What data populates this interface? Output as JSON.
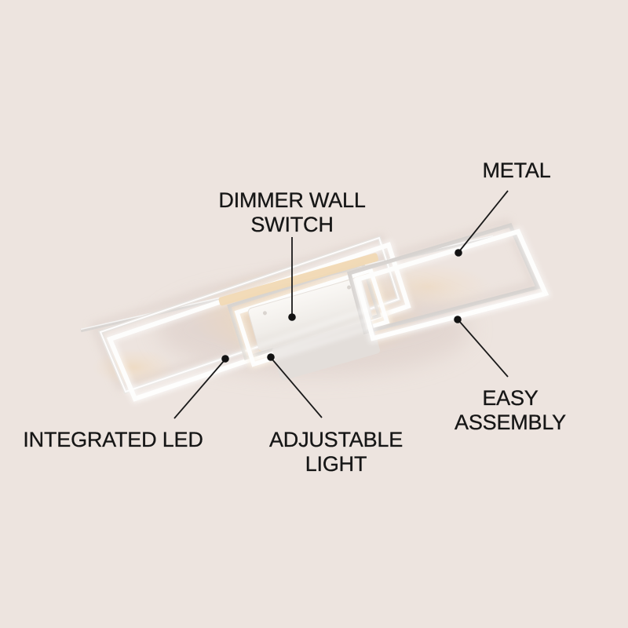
{
  "image": {
    "kind": "product-feature-diagram",
    "product": "LED ceiling light with three rectangular frames"
  },
  "colors": {
    "background": "#EDE4DF",
    "label_text": "#161616",
    "leader_line": "#1A1A1A",
    "frame_white": "#FFFFFF",
    "frame_shadow_gray": "#D7D3D0",
    "warm_glow": "#F0CFA0",
    "canopy_fill": "#F4F1EE"
  },
  "callouts": [
    {
      "id": "dimmer-wall-switch",
      "lines": [
        "DIMMER WALL",
        "SWITCH"
      ]
    },
    {
      "id": "metal",
      "lines": [
        "METAL"
      ]
    },
    {
      "id": "integrated-led",
      "lines": [
        "INTEGRATED LED"
      ]
    },
    {
      "id": "adjustable-light",
      "lines": [
        "ADJUSTABLE",
        "LIGHT"
      ]
    },
    {
      "id": "easy-assembly",
      "lines": [
        "EASY",
        "ASSEMBLY"
      ]
    }
  ]
}
